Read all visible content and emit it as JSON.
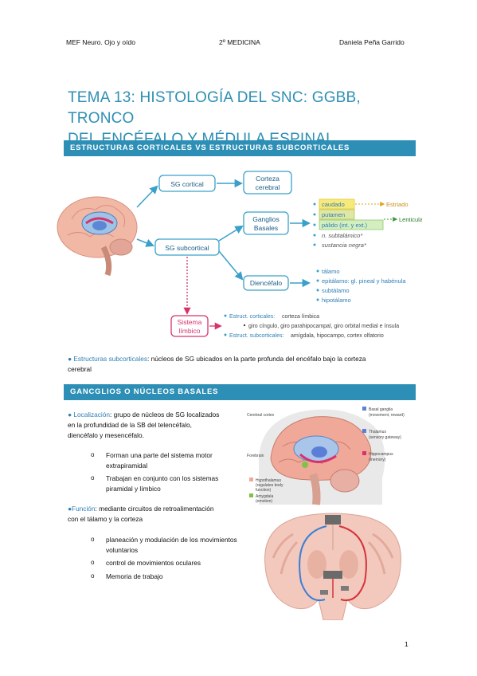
{
  "header": {
    "left": "MEF Neuro. Ojo y oído",
    "center": "2º MEDICINA",
    "right": "Daniela Peña Garrido"
  },
  "title": {
    "line1": "TEMA 13: HISTOLOGÍA DEL SNC: GGBB, TRONCO",
    "line2": "DEL ENCÉFALO Y MÉDULA ESPINAL"
  },
  "section1": {
    "heading": "ESTRUCTURAS CORTICALES VS ESTRUCTURAS SUBCORTICALES",
    "diagram": {
      "sg_cortical": "SG cortical",
      "corteza_cerebral_1": "Corteza",
      "corteza_cerebral_2": "cerebral",
      "sg_subcortical": "SG subcortical",
      "ganglios_1": "Ganglios",
      "ganglios_2": "Basales",
      "diencefalo": "Diencéfalo",
      "sistema_1": "Sistema",
      "sistema_2": "límbico",
      "bg_items": [
        "caudado",
        "putamen",
        "pálido (int. y ext.)",
        "n. subtalámico*",
        "sustancia negra*"
      ],
      "estriado": "Estriado",
      "lenticular": "Lenticular",
      "dien_items": [
        "tálamo",
        "epitálamo: gl. pineal y habénula",
        "subtálamo",
        "hipotálamo"
      ],
      "limb_cort_label": "Estruct. corticales:",
      "limb_cort_text": "corteza límbica",
      "limb_sub_items": "giro cíngulo, giro parahipocampal, giro orbital medial e ínsula",
      "limb_sub_label": "Estruct. subcorticales:",
      "limb_sub_text": "amígdala, hipocampo, cortex olfatorio"
    },
    "bullet_label": "Estructuras subcorticales",
    "bullet_text_1": ": núcleos de SG ubicados en la parte profunda del encéfalo bajo la corteza",
    "bullet_text_2": "cerebral"
  },
  "section2": {
    "heading": "GANCGLIOS O NÚCLEOS BASALES",
    "loc_label": "Localización",
    "loc_text_1": ": grupo de núcleos de SG localizados",
    "loc_text_2": "en la profundidad de la SB del telencéfalo,",
    "loc_text_3": "diencéfalo y mesencéfalo.",
    "loc_items": [
      "Forman una parte del sistema motor extrapiramidal",
      "Trabajan en conjunto con los sistemas piramidal y límbico"
    ],
    "func_label": "Función",
    "func_text_1": ": mediante circuitos de retroalimentación",
    "func_text_2": "con el tálamo y la corteza",
    "func_items": [
      "planeación y modulación de los movimientos voluntarios",
      "control de movimientos oculares",
      "Memoria de trabajo"
    ],
    "figure_labels": {
      "cerebral_cortex": "Cerebral cortex",
      "forebrain": "Forebrain",
      "basal_ganglia": "Basal ganglia",
      "basal_ganglia_sub": "(movement, reward)",
      "thalamus": "Thalamus",
      "thalamus_sub": "(sensory gateway)",
      "hippocampus": "Hippocampus",
      "hippocampus_sub": "(memory)",
      "hypothalamus": "Hypothalamus",
      "hypothalamus_sub1": "(regulates body",
      "hypothalamus_sub2": "function)",
      "amygdala": "Amygdala",
      "amygdala_sub": "(emotion)"
    }
  },
  "page_number": "1",
  "colors": {
    "accent": "#2d8fb6",
    "diagram_arrow": "#3aa0c9",
    "limbic_pink": "#d6336c",
    "bg_yellow": "#f3df4a",
    "bg_green": "#9ed46a"
  }
}
